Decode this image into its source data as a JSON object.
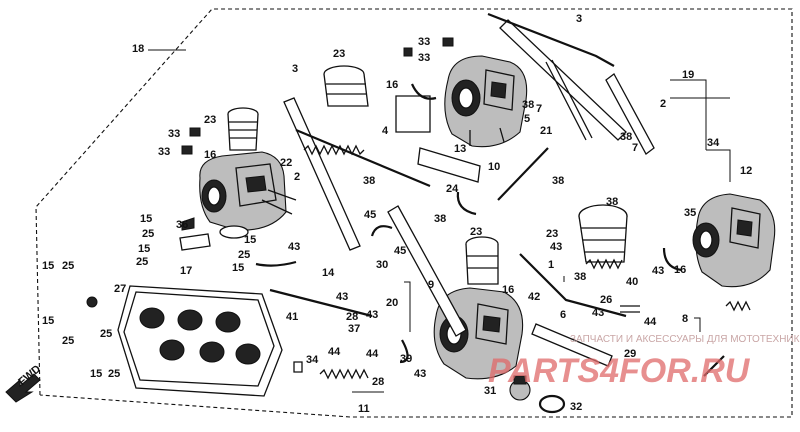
{
  "diagram": {
    "callouts": {
      "c18": "18",
      "c23a": "23",
      "c33a": "33",
      "c33b": "33",
      "c16a": "16",
      "c3a": "3",
      "c3b": "3",
      "c4": "4",
      "c5": "5",
      "c7a": "7",
      "c21": "21",
      "c38a": "38",
      "c38b": "38",
      "c38c": "38",
      "c38d": "38",
      "c38e": "38",
      "c38f": "38",
      "c38g": "38",
      "c19": "19",
      "c2a": "2",
      "c2b": "2",
      "c34": "34",
      "c12": "12",
      "c7b": "7",
      "c35": "35",
      "c13": "13",
      "c10": "10",
      "c24": "24",
      "c23b": "23",
      "c23c": "23",
      "c23d": "23",
      "c33c": "33",
      "c33d": "33",
      "c16b": "16",
      "c22": "22",
      "c15a": "15",
      "c15b": "15",
      "c15c": "15",
      "c15d": "15",
      "c15e": "15",
      "c15f": "15",
      "c15g": "15",
      "c25a": "25",
      "c25b": "25",
      "c25c": "25",
      "c25d": "25",
      "c25e": "25",
      "c25f": "25",
      "c25g": "25",
      "c36": "36",
      "c17": "17",
      "c27": "27",
      "c43a": "43",
      "c43b": "43",
      "c43c": "43",
      "c43d": "43",
      "c43e": "43",
      "c43f": "43",
      "c43g": "43",
      "c45a": "45",
      "c45b": "45",
      "c14": "14",
      "c30": "30",
      "c41": "41",
      "c9": "9",
      "c16c": "16",
      "c16d": "16",
      "c20": "20",
      "c28a": "28",
      "c28b": "28",
      "c26": "26",
      "c37": "37",
      "c6": "6",
      "c44a": "44",
      "c44b": "44",
      "c44c": "44",
      "c39": "39",
      "c11": "11",
      "c34b": "34",
      "c31": "31",
      "c32": "32",
      "c1": "1",
      "c42": "42",
      "c40": "40",
      "c8": "8",
      "c29": "29"
    },
    "direction_label": "FWD",
    "watermark": {
      "caption": "ЗАПЧАСТИ И АКСЕССУАРЫ ДЛЯ МОТОТЕХНИКИ",
      "logo": "PARTS4FOR.RU"
    }
  }
}
